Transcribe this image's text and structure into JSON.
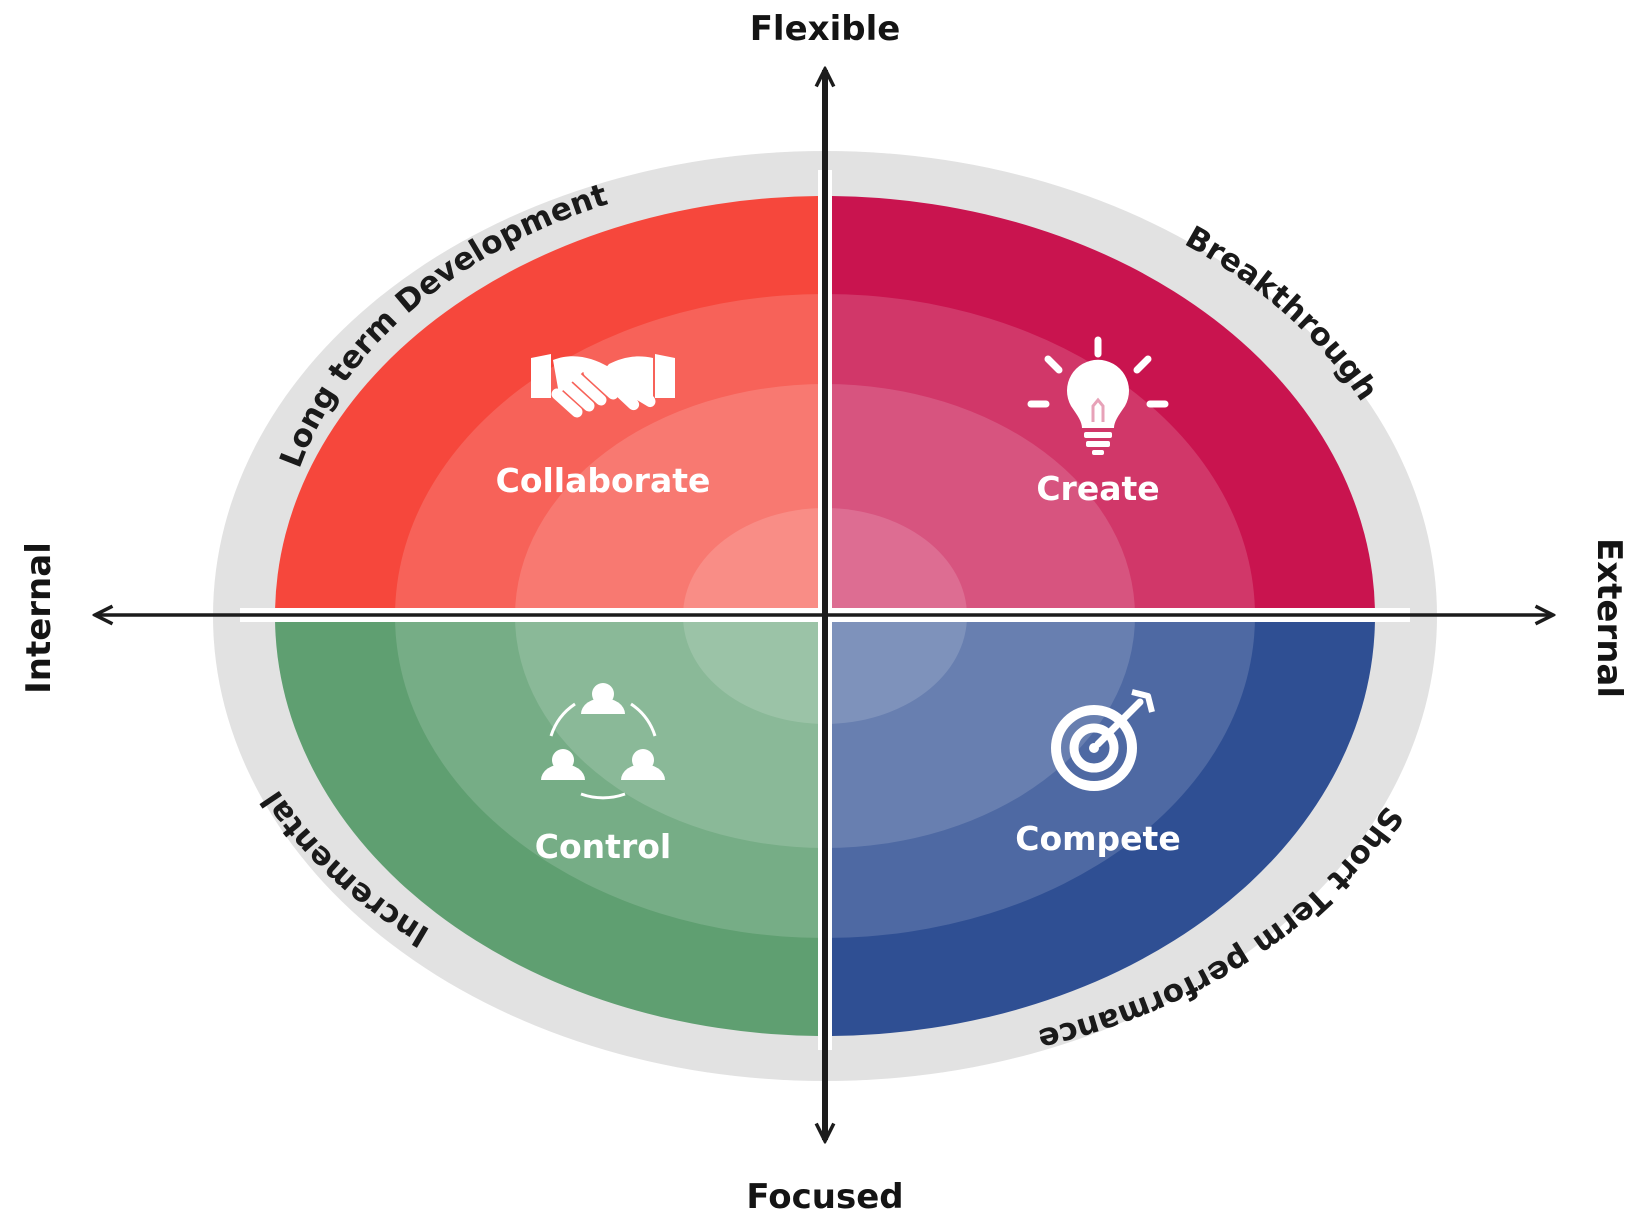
{
  "axes": {
    "top": "Flexible",
    "bottom": "Focused",
    "left": "Internal",
    "right": "External"
  },
  "quadrants": {
    "top_left": {
      "label": "Collaborate",
      "icon": "handshake-icon",
      "color": "#f6473c"
    },
    "top_right": {
      "label": "Create",
      "icon": "lightbulb-icon",
      "color": "#c9144f"
    },
    "bottom_left": {
      "label": "Control",
      "icon": "team-cycle-icon",
      "color": "#5f9f71"
    },
    "bottom_right": {
      "label": "Compete",
      "icon": "target-icon",
      "color": "#2f4f93"
    }
  },
  "arc_labels": {
    "top_left": "Long term Development",
    "top_right": "Breakthrough",
    "bottom_left": "Incremental",
    "bottom_right": "Short Term performance"
  },
  "colors": {
    "ring": "#e2e2e2",
    "axis": "#1c1c1c"
  }
}
